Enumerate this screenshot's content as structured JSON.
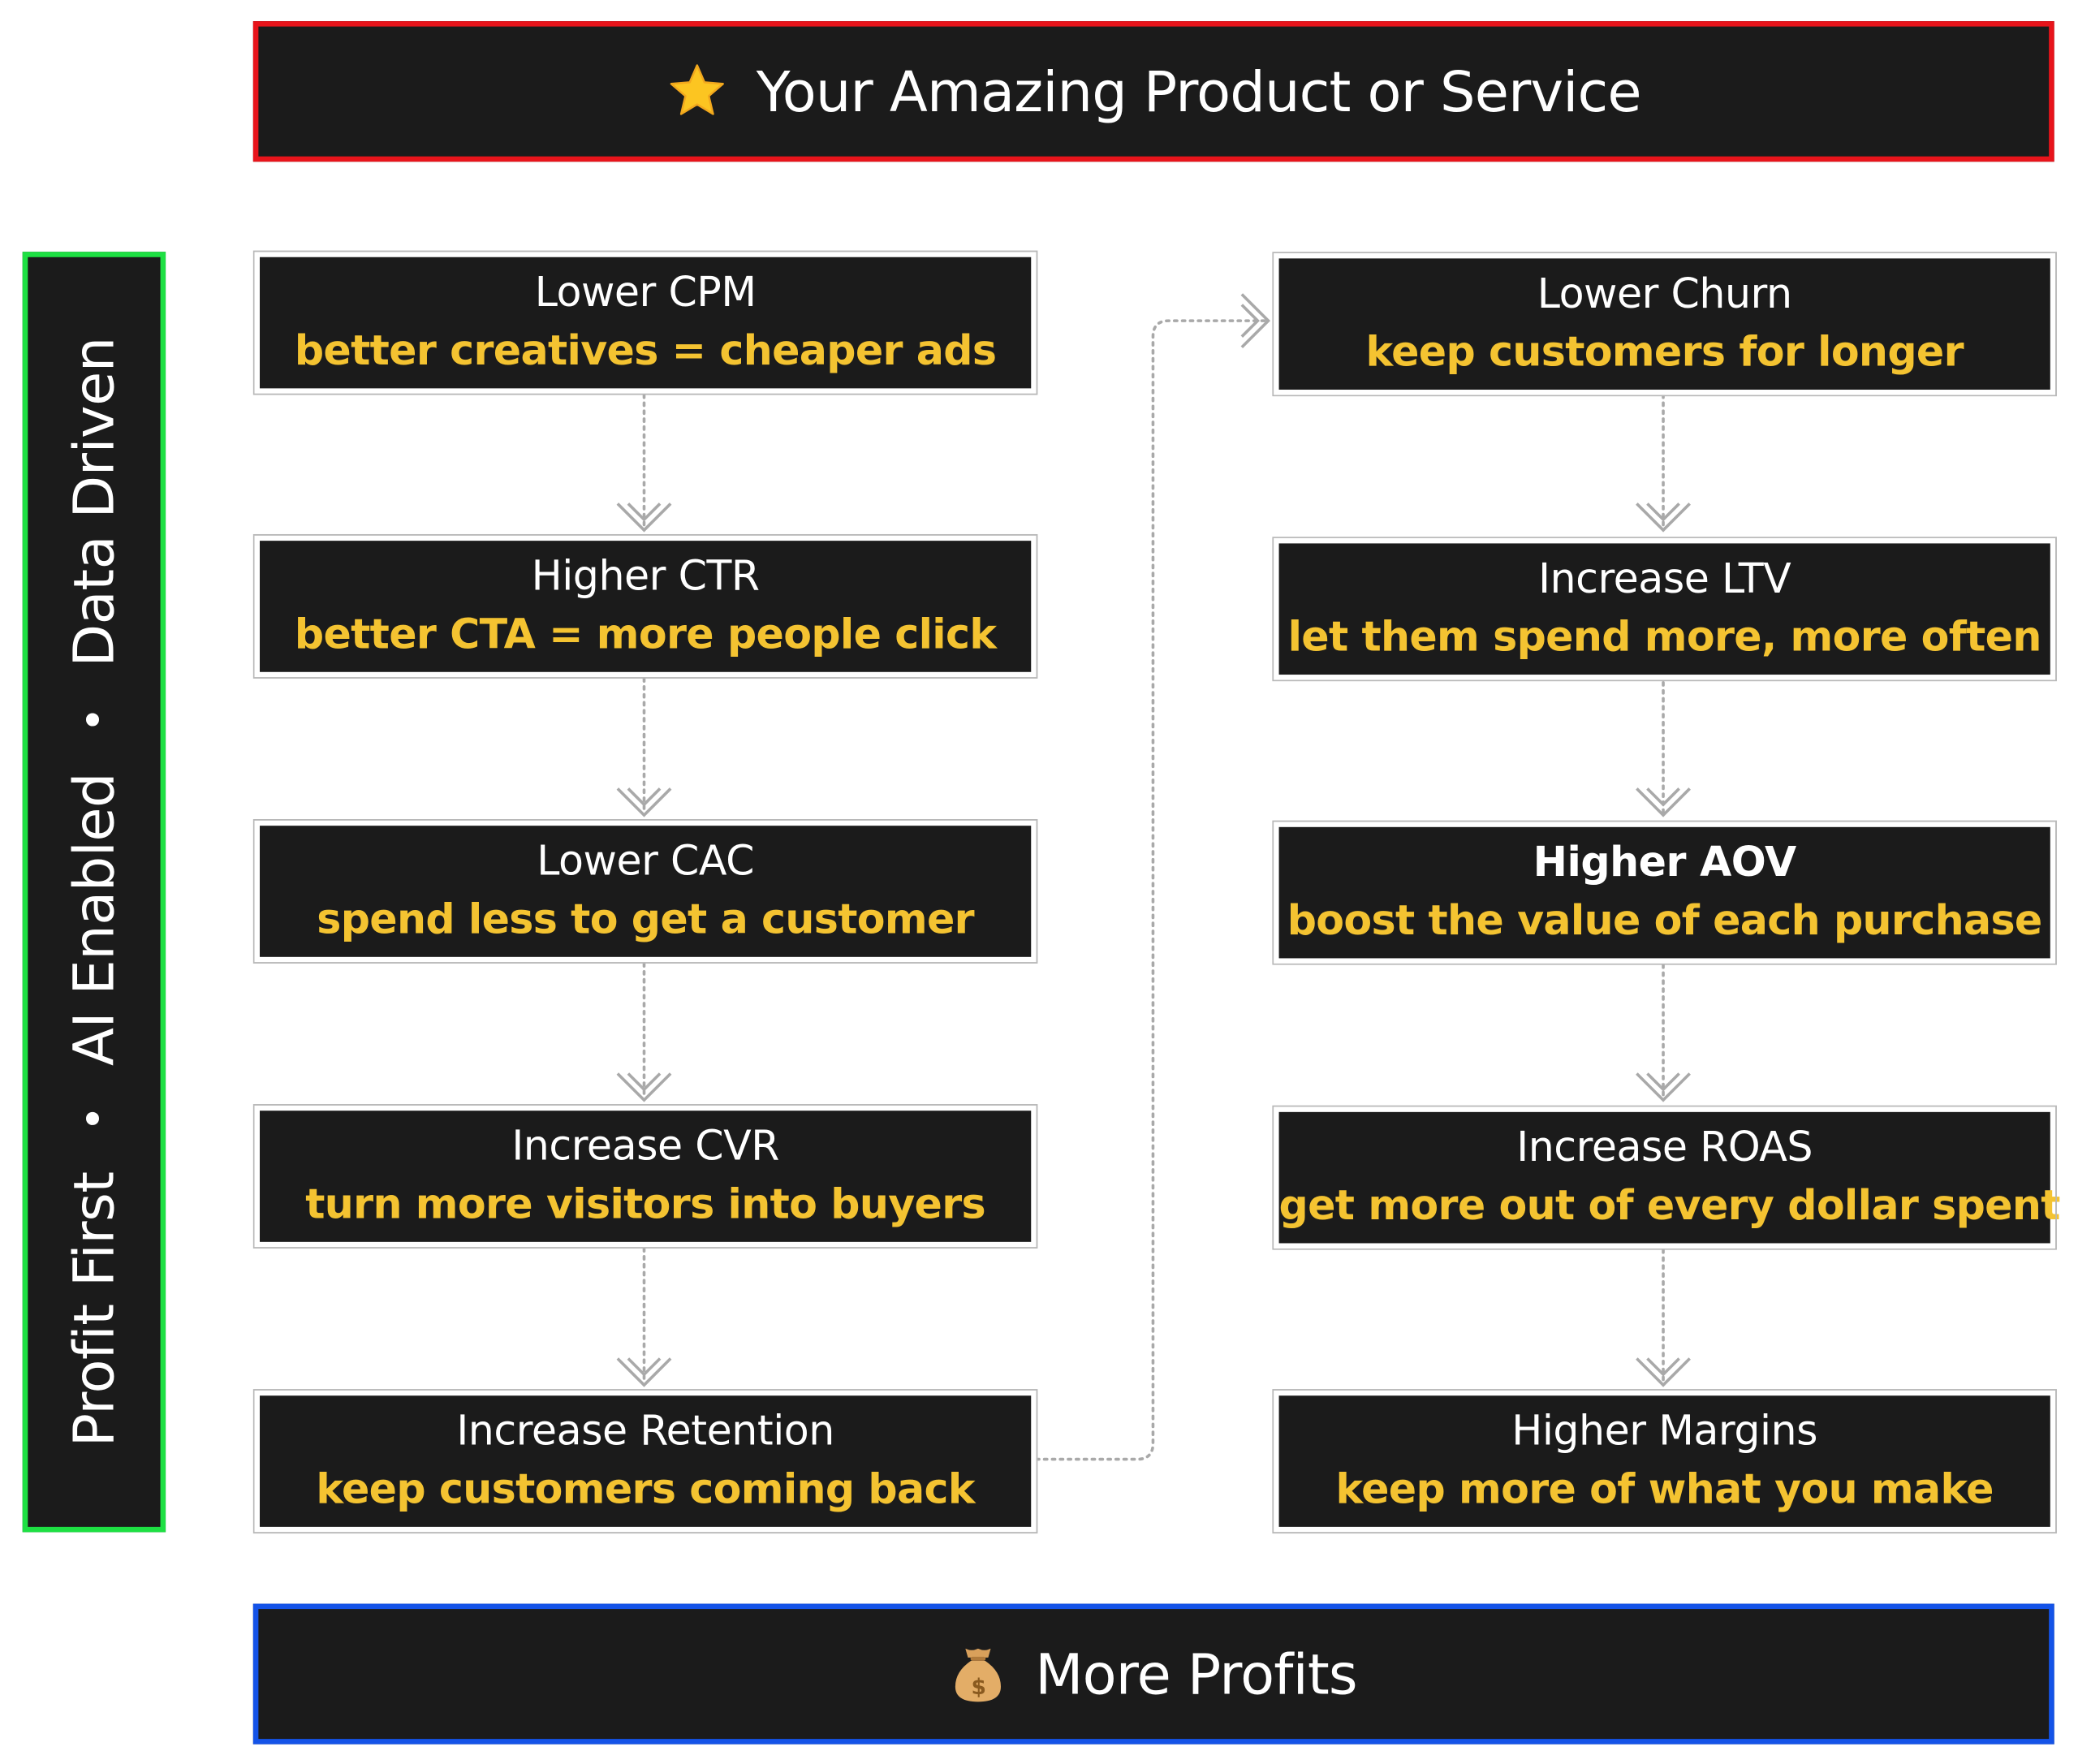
{
  "header": {
    "title": "Your Amazing Product or Service",
    "icon": "star-icon",
    "border_color": "#e8141b"
  },
  "footer": {
    "title": "More Profits",
    "icon": "money-bag-icon",
    "border_color": "#1453e8"
  },
  "side": {
    "items": [
      "Profit First",
      "AI Enabled",
      "Data Driven"
    ],
    "separator": "•",
    "border_color": "#1ee043"
  },
  "colors": {
    "card_bg": "#1b1b1b",
    "title_text": "#ffffff",
    "subtitle_text": "#f4c331"
  },
  "left_column": [
    {
      "title": "Lower CPM",
      "subtitle": "better creatives = cheaper ads"
    },
    {
      "title": "Higher CTR",
      "subtitle": "better CTA = more people click"
    },
    {
      "title": "Lower CAC",
      "subtitle": "spend less to get a customer"
    },
    {
      "title": "Increase CVR",
      "subtitle": "turn more visitors into buyers"
    },
    {
      "title": "Increase Retention",
      "subtitle": "keep customers coming back"
    }
  ],
  "right_column": [
    {
      "title": "Lower Churn",
      "subtitle": "keep customers for longer"
    },
    {
      "title": "Increase LTV",
      "subtitle": "let them spend more, more often"
    },
    {
      "title": "Higher AOV",
      "subtitle": "boost the value of each purchase"
    },
    {
      "title": "Increase ROAS",
      "subtitle": "get more out of every dollar spent"
    },
    {
      "title": "Higher Margins",
      "subtitle": "keep more of what you make"
    }
  ]
}
